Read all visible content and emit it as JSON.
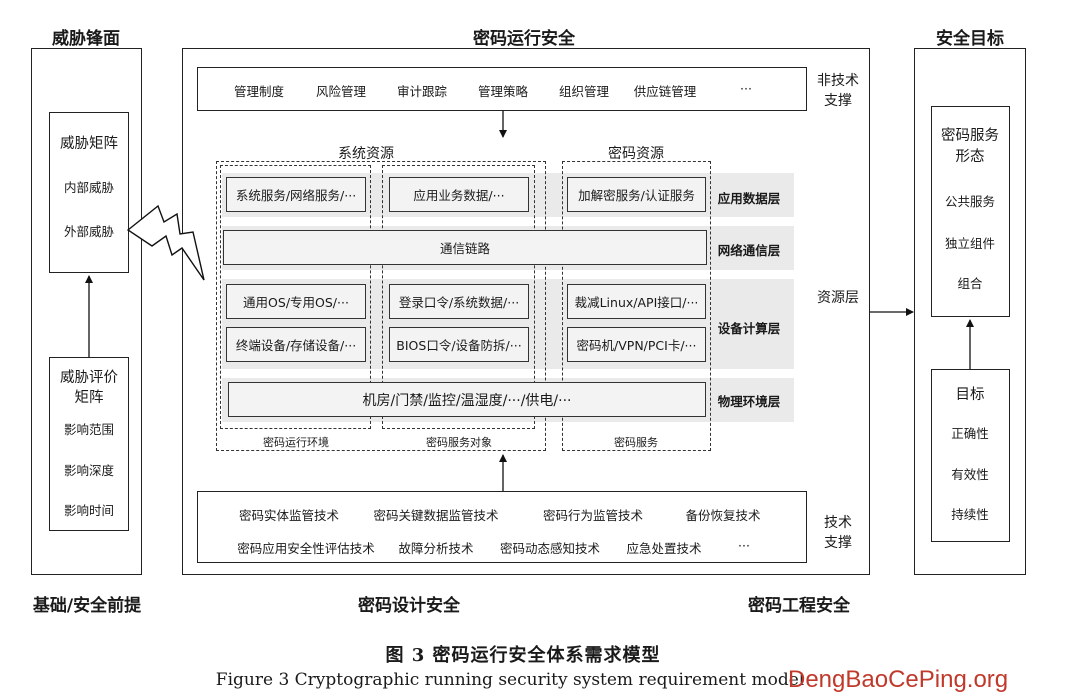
{
  "threat": {
    "title": "威胁锋面",
    "matrix_title": "威胁矩阵",
    "matrix_items": [
      "内部威胁",
      "外部威胁"
    ],
    "eval_title": [
      "威胁评价",
      "矩阵"
    ],
    "eval_items": [
      "影响范围",
      "影响深度",
      "影响时间"
    ],
    "bottom": "基础/安全前提"
  },
  "main": {
    "title": "密码运行安全",
    "nontech": {
      "items": [
        "管理制度",
        "风险管理",
        "审计跟踪",
        "管理策略",
        "组织管理",
        "供应链管理",
        "···"
      ],
      "label": [
        "非技术",
        "支撑"
      ]
    },
    "groups": {
      "system": "系统资源",
      "crypto": "密码资源",
      "env": "密码运行环境",
      "object": "密码服务对象",
      "service": "密码服务"
    },
    "layers": {
      "app": "应用数据层",
      "net": "网络通信层",
      "device": "设备计算层",
      "phys": "物理环境层",
      "resource": "资源层"
    },
    "cells": {
      "sys_service": "系统服务/网络服务/···",
      "app_data": "应用业务数据/···",
      "crypto_service": "加解密服务/认证服务",
      "comm": "通信链路",
      "os": "通用OS/专用OS/···",
      "login": "登录口令/系统数据/···",
      "linux": "裁减Linux/API接口/···",
      "terminal": "终端设备/存储设备/···",
      "bios": "BIOS口令/设备防拆/···",
      "vpn": "密码机/VPN/PCI卡/···",
      "room": "机房/门禁/监控/温湿度/···/供电/···"
    },
    "tech": {
      "row1": [
        "密码实体监管技术",
        "密码关键数据监管技术",
        "密码行为监管技术",
        "备份恢复技术"
      ],
      "row2": [
        "密码应用安全性评估技术",
        "故障分析技术",
        "密码动态感知技术",
        "应急处置技术",
        "···"
      ],
      "label": [
        "技术",
        "支撑"
      ]
    },
    "bottom_left": "密码设计安全",
    "bottom_right": "密码工程安全"
  },
  "goal": {
    "title": "安全目标",
    "service_title": [
      "密码服务",
      "形态"
    ],
    "service_items": [
      "公共服务",
      "独立组件",
      "组合"
    ],
    "target_title": "目标",
    "target_items": [
      "正确性",
      "有效性",
      "持续性"
    ]
  },
  "caption": {
    "cn": "图 3 密码运行安全体系需求模型",
    "en": "Figure 3 Cryptographic running security system requirement model"
  },
  "watermark": "DengBaoCePing.org"
}
